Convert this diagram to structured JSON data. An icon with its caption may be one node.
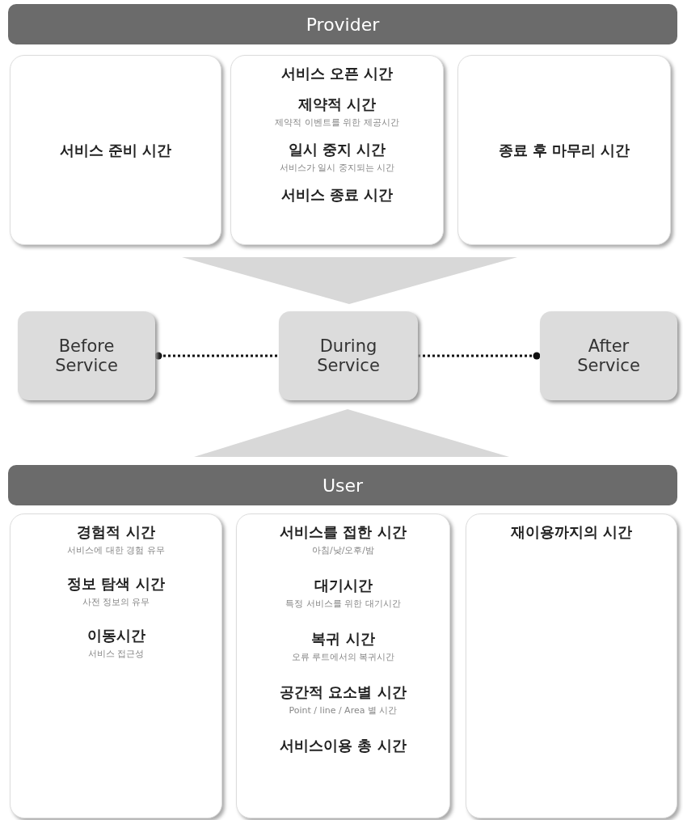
{
  "diagram": {
    "nodes": [
      {
        "text": [
          "Provider"
        ]
      },
      {
        "text": [
          "서비스 준비 시간"
        ]
      },
      {
        "text": [
          "서비스 오픈 시간",
          "제약적 시간",
          "제약적 이벤트를 위한 제공시간",
          "일시 중지 시간",
          "서비스가 일시 중지되는 시간",
          "서비스 종료 시간"
        ]
      },
      {
        "text": [
          "종료 후 마무리 시간"
        ]
      },
      {
        "text": [],
        "shape": "triangle"
      },
      {
        "text": [
          "Before Service"
        ]
      },
      {
        "text": [
          "During Service"
        ]
      },
      {
        "text": [
          "After Service"
        ]
      },
      {
        "text": [],
        "shape": "triangle"
      },
      {
        "text": [
          "User"
        ]
      },
      {
        "text": [
          "경험적 시간",
          "서비스에 대한 경험 유무",
          "정보 탐색 시간",
          "사전 정보의 유무",
          "이동시간",
          "서비스 접근성"
        ]
      },
      {
        "text": [
          "서비스를 접한 시간",
          "아침/낮/오후/밤",
          "대기시간",
          "특정 서비스를 위한 대기시간",
          "복귀 시간",
          "오류 루트에서의 복귀시간",
          "공간적 요소별 시간",
          "Point / line / Area 별 시간",
          "서비스이용 총 시간"
        ]
      },
      {
        "text": [
          "재이용까지의 시간"
        ]
      }
    ],
    "edges": [
      {
        "from": 5,
        "to": 6,
        "arrow": "other",
        "style": "dashed"
      },
      {
        "from": 7,
        "to": 6,
        "arrow": "other",
        "style": "dashed"
      }
    ]
  }
}
